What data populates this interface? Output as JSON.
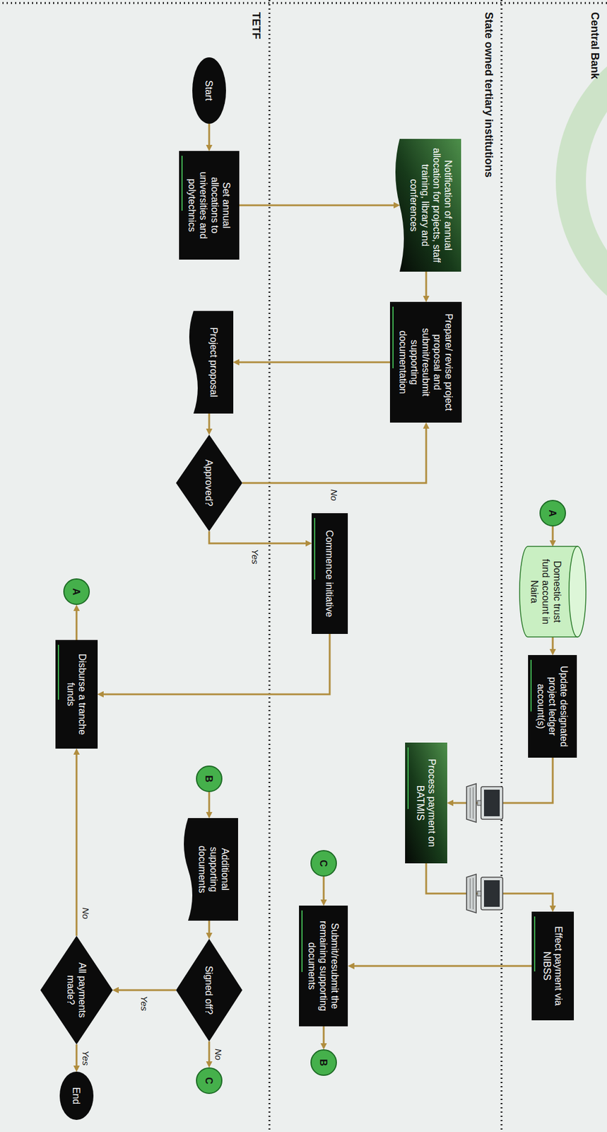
{
  "diagram": {
    "nodes": [
      {
        "text": [
          "Start"
        ]
      },
      {
        "text": [
          "Set annual allocations to universities and polytechnics"
        ]
      },
      {
        "text": [
          "Notification of annual allocation for projects, staff training, library and conferences"
        ]
      },
      {
        "text": [
          "Prepare/ revise project proposal and submit/resubmit supporting documentation"
        ]
      },
      {
        "text": [
          "Project proposal"
        ]
      },
      {
        "text": [
          "Approved?"
        ]
      },
      {
        "text": [
          "Commence initiative"
        ]
      },
      {
        "text": [
          "Disburse a tranche funds"
        ]
      },
      {
        "text": [
          "A"
        ]
      },
      {
        "text": [
          "A"
        ]
      },
      {
        "text": [
          "Domestic trust fund account in Naira"
        ]
      },
      {
        "text": [
          "Update designated project ledger account(s)"
        ]
      },
      {
        "text": [
          "Process payment on BATMIS"
        ]
      },
      {
        "text": [
          "Effect payment via NIBSS"
        ]
      },
      {
        "text": [
          "C"
        ]
      },
      {
        "text": [
          "Submit/resubmit the remaining supporting documents"
        ]
      },
      {
        "text": [
          "B"
        ]
      },
      {
        "text": [
          "B"
        ]
      },
      {
        "text": [
          "Additional supporting documents"
        ]
      },
      {
        "text": [
          "Signed off?"
        ]
      },
      {
        "text": [
          "C"
        ]
      },
      {
        "text": [
          "All payments made?"
        ]
      },
      {
        "text": [
          "End"
        ]
      }
    ],
    "edges": [
      {
        "from": 0,
        "to": 1,
        "arrow": "to"
      },
      {
        "from": 1,
        "to": 2,
        "arrow": "to"
      },
      {
        "from": 2,
        "to": 3,
        "arrow": "to"
      },
      {
        "from": 3,
        "to": 4,
        "arrow": "to"
      },
      {
        "from": 4,
        "to": 5,
        "arrow": "to"
      },
      {
        "from": 5,
        "to": 3,
        "label": "No",
        "arrow": "to"
      },
      {
        "from": 5,
        "to": 6,
        "label": "Yes",
        "arrow": "to"
      },
      {
        "from": 6,
        "to": 7,
        "arrow": "to"
      },
      {
        "from": 7,
        "to": 8,
        "arrow": "to"
      },
      {
        "from": 9,
        "to": 10,
        "arrow": "to"
      },
      {
        "from": 10,
        "to": 11,
        "arrow": "to"
      },
      {
        "from": 11,
        "to": 12,
        "arrow": "to"
      },
      {
        "from": 12,
        "to": 13,
        "arrow": "to"
      },
      {
        "from": 13,
        "to": 15,
        "arrow": "to"
      },
      {
        "from": 14,
        "to": 15,
        "arrow": "to"
      },
      {
        "from": 15,
        "to": 16,
        "arrow": "to"
      },
      {
        "from": 17,
        "to": 18,
        "arrow": "to"
      },
      {
        "from": 18,
        "to": 19,
        "arrow": "to"
      },
      {
        "from": 19,
        "to": 20,
        "label": "No",
        "arrow": "to"
      },
      {
        "from": 19,
        "to": 21,
        "label": "Yes",
        "arrow": "to"
      },
      {
        "from": 21,
        "to": 7,
        "label": "No",
        "arrow": "to"
      },
      {
        "from": 21,
        "to": 22,
        "label": "Yes",
        "arrow": "to"
      }
    ],
    "labels": [
      "TETF",
      "State owned tertiary institutions",
      "Central Bank"
    ]
  }
}
